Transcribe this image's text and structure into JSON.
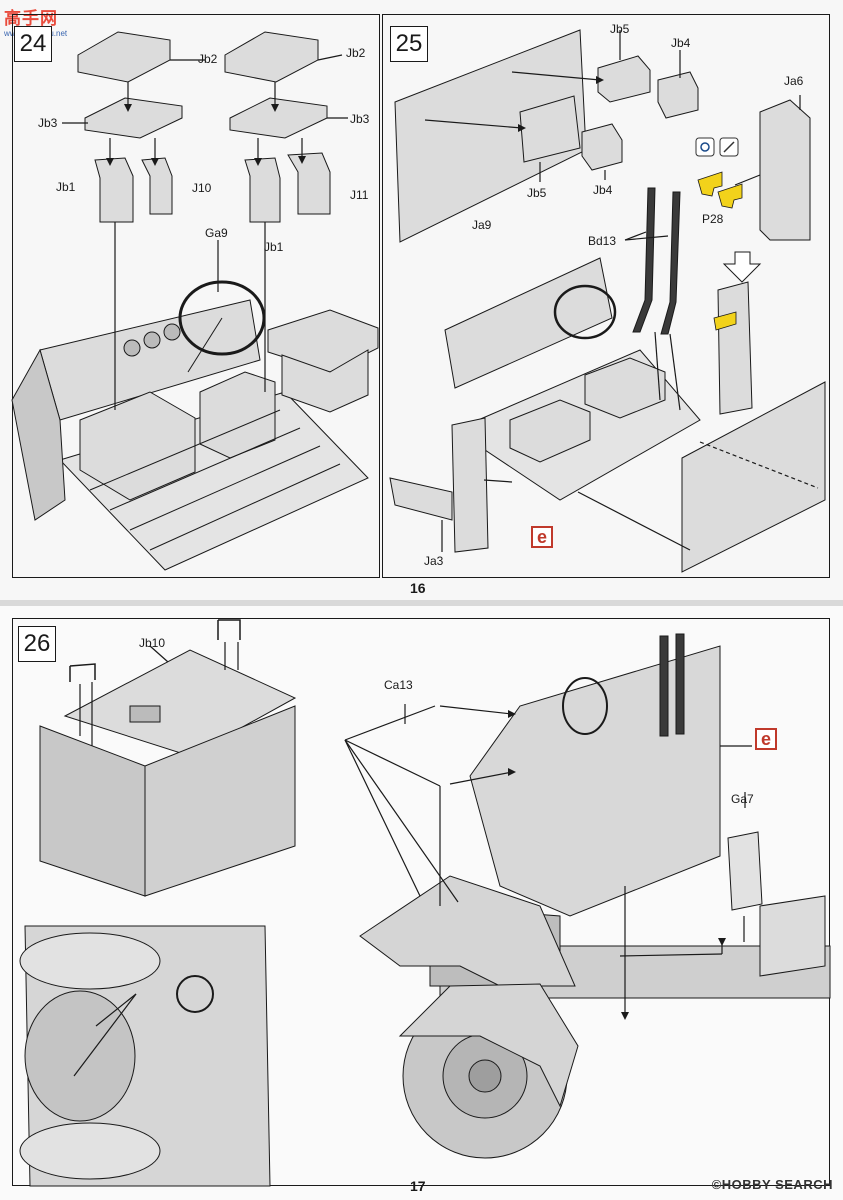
{
  "watermark_top": {
    "brand": "高手网",
    "url": "www.gaoshou.net"
  },
  "watermark_bottom": "©HOBBY SEARCH",
  "pages": {
    "top_number": "16",
    "bottom_number": "17"
  },
  "steps": {
    "s24": {
      "number": "24",
      "labels": {
        "jb2_a": "Jb2",
        "jb2_b": "Jb2",
        "jb3_a": "Jb3",
        "jb3_b": "Jb3",
        "jb1_a": "Jb1",
        "j10": "J10",
        "jb1_b": "Jb1",
        "j11": "J11",
        "ga9": "Ga9"
      }
    },
    "s25": {
      "number": "25",
      "labels": {
        "jb5_a": "Jb5",
        "jb4_a": "Jb4",
        "ja6": "Ja6",
        "ja9": "Ja9",
        "jb5_b": "Jb5",
        "jb4_b": "Jb4",
        "p28": "P28",
        "bd13": "Bd13",
        "ja3": "Ja3"
      },
      "marker": "e"
    },
    "s26": {
      "number": "26",
      "labels": {
        "jb10": "Jb10",
        "ca13": "Ca13",
        "ga7": "Ga7"
      },
      "marker": "e"
    }
  },
  "colors": {
    "part_fill": "#dcdcdc",
    "part_dark": "#a9a9a9",
    "line": "#1a1a1a",
    "marker": "#c0392b",
    "p28_yellow": "#f2d21b"
  }
}
